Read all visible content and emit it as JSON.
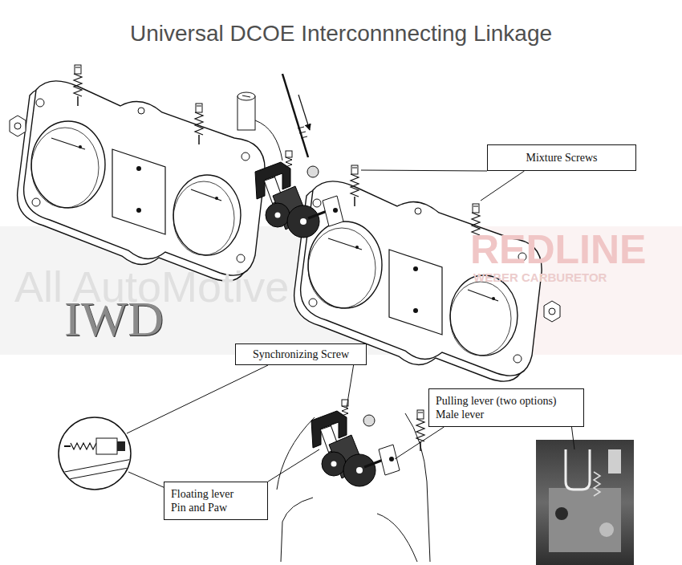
{
  "diagram": {
    "title": "Universal DCOE Interconnnecting Linkage",
    "nodes": [
      {
        "text": [
          "Mixture Screws"
        ]
      },
      {
        "text": [
          "Synchronizing Screw"
        ]
      },
      {
        "text": [
          "Pulling lever (two options) Male lever"
        ]
      },
      {
        "text": [
          "Floating lever Pin and Paw"
        ]
      }
    ],
    "labels": [
      "IWD",
      "All AutoMotive",
      "REDLINE",
      "WEBER CARBURETOR"
    ]
  }
}
